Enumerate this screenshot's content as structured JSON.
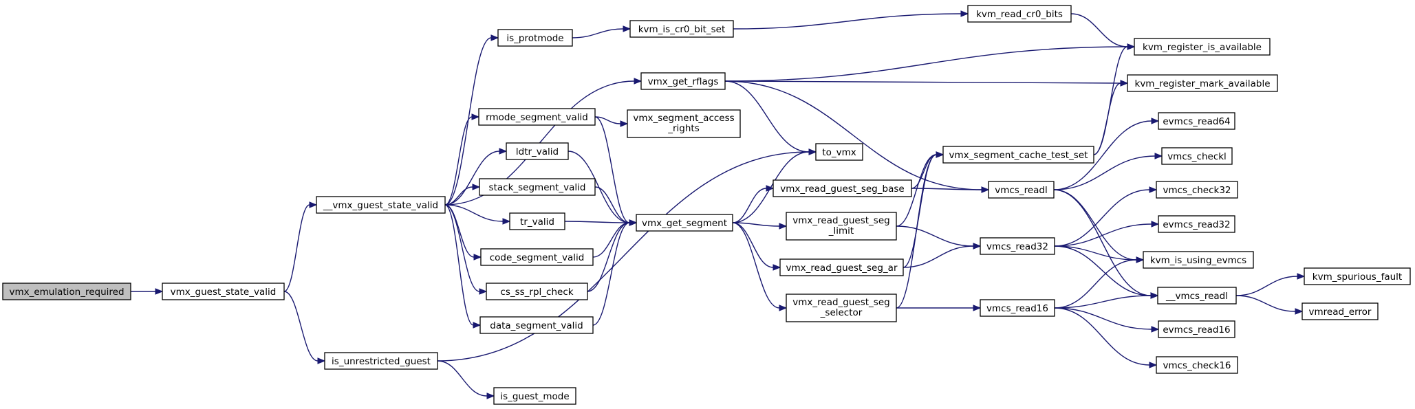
{
  "nodes": [
    {
      "id": "n_root",
      "name": "vmx-emulation-required-node",
      "lines": [
        "vmx_emulation_required"
      ],
      "root": true
    },
    {
      "id": "n_gsv",
      "name": "vmx-guest-state-valid-node",
      "lines": [
        "vmx_guest_state_valid"
      ]
    },
    {
      "id": "n_ugs",
      "name": "is-unrestricted-guest-node",
      "lines": [
        "is_unrestricted_guest"
      ]
    },
    {
      "id": "n_igm",
      "name": "is-guest-mode-node",
      "lines": [
        "is_guest_mode"
      ]
    },
    {
      "id": "n_vgsv",
      "name": "vmx-guest-state-valid-internal-node",
      "lines": [
        "__vmx_guest_state_valid"
      ]
    },
    {
      "id": "n_ipm",
      "name": "is-protmode-node",
      "lines": [
        "is_protmode"
      ]
    },
    {
      "id": "n_rsv",
      "name": "rmode-segment-valid-node",
      "lines": [
        "rmode_segment_valid"
      ]
    },
    {
      "id": "n_ldtr",
      "name": "ldtr-valid-node",
      "lines": [
        "ldtr_valid"
      ]
    },
    {
      "id": "n_ssv",
      "name": "stack-segment-valid-node",
      "lines": [
        "stack_segment_valid"
      ]
    },
    {
      "id": "n_trv",
      "name": "tr-valid-node",
      "lines": [
        "tr_valid"
      ]
    },
    {
      "id": "n_csv",
      "name": "code-segment-valid-node",
      "lines": [
        "code_segment_valid"
      ]
    },
    {
      "id": "n_cssrpl",
      "name": "cs-ss-rpl-check-node",
      "lines": [
        "cs_ss_rpl_check"
      ]
    },
    {
      "id": "n_dsv",
      "name": "data-segment-valid-node",
      "lines": [
        "data_segment_valid"
      ]
    },
    {
      "id": "n_cr0set",
      "name": "kvm-is-cr0-bit-set-node",
      "lines": [
        "kvm_is_cr0_bit_set"
      ]
    },
    {
      "id": "n_rflags",
      "name": "vmx-get-rflags-node",
      "lines": [
        "vmx_get_rflags"
      ]
    },
    {
      "id": "n_sar",
      "name": "vmx-segment-access-rights-node",
      "lines": [
        "vmx_segment_access",
        "_rights"
      ]
    },
    {
      "id": "n_gseg",
      "name": "vmx-get-segment-node",
      "lines": [
        "vmx_get_segment"
      ]
    },
    {
      "id": "n_cr0bits",
      "name": "kvm-read-cr0-bits-node",
      "lines": [
        "kvm_read_cr0_bits"
      ]
    },
    {
      "id": "n_tovmx",
      "name": "to-vmx-node",
      "lines": [
        "to_vmx"
      ]
    },
    {
      "id": "n_rgsb",
      "name": "vmx-read-guest-seg-base-node",
      "lines": [
        "vmx_read_guest_seg_base"
      ]
    },
    {
      "id": "n_rgsl",
      "name": "vmx-read-guest-seg-limit-node",
      "lines": [
        "vmx_read_guest_seg",
        "_limit"
      ]
    },
    {
      "id": "n_rgsar",
      "name": "vmx-read-guest-seg-ar-node",
      "lines": [
        "vmx_read_guest_seg_ar"
      ]
    },
    {
      "id": "n_rgss",
      "name": "vmx-read-guest-seg-selector-node",
      "lines": [
        "vmx_read_guest_seg",
        "_selector"
      ]
    },
    {
      "id": "n_scts",
      "name": "vmx-segment-cache-test-set-node",
      "lines": [
        "vmx_segment_cache_test_set"
      ]
    },
    {
      "id": "n_vreadl",
      "name": "vmcs-readl-node",
      "lines": [
        "vmcs_readl"
      ]
    },
    {
      "id": "n_vread32",
      "name": "vmcs-read32-node",
      "lines": [
        "vmcs_read32"
      ]
    },
    {
      "id": "n_vread16",
      "name": "vmcs-read16-node",
      "lines": [
        "vmcs_read16"
      ]
    },
    {
      "id": "n_rav",
      "name": "kvm-register-is-available-node",
      "lines": [
        "kvm_register_is_available"
      ]
    },
    {
      "id": "n_rma",
      "name": "kvm-register-mark-available-node",
      "lines": [
        "kvm_register_mark_available"
      ]
    },
    {
      "id": "n_er64",
      "name": "evmcs-read64-node",
      "lines": [
        "evmcs_read64"
      ]
    },
    {
      "id": "n_vchkl",
      "name": "vmcs-checkl-node",
      "lines": [
        "vmcs_checkl"
      ]
    },
    {
      "id": "n_vchk32",
      "name": "vmcs-check32-node",
      "lines": [
        "vmcs_check32"
      ]
    },
    {
      "id": "n_er32",
      "name": "evmcs-read32-node",
      "lines": [
        "evmcs_read32"
      ]
    },
    {
      "id": "n_kiue",
      "name": "kvm-is-using-evmcs-node",
      "lines": [
        "kvm_is_using_evmcs"
      ]
    },
    {
      "id": "n_vcreadl",
      "name": "vmcs-readl-internal-node",
      "lines": [
        "__vmcs_readl"
      ]
    },
    {
      "id": "n_er16",
      "name": "evmcs-read16-node",
      "lines": [
        "evmcs_read16"
      ]
    },
    {
      "id": "n_vchk16",
      "name": "vmcs-check16-node",
      "lines": [
        "vmcs_check16"
      ]
    },
    {
      "id": "n_ksf",
      "name": "kvm-spurious-fault-node",
      "lines": [
        "kvm_spurious_fault"
      ]
    },
    {
      "id": "n_vmre",
      "name": "vmread-error-node",
      "lines": [
        "vmread_error"
      ]
    }
  ],
  "edges": [
    [
      "n_root",
      "n_gsv"
    ],
    [
      "n_gsv",
      "n_vgsv"
    ],
    [
      "n_gsv",
      "n_ugs"
    ],
    [
      "n_ugs",
      "n_igm"
    ],
    [
      "n_ugs",
      "n_tovmx"
    ],
    [
      "n_vgsv",
      "n_ipm"
    ],
    [
      "n_vgsv",
      "n_rflags"
    ],
    [
      "n_vgsv",
      "n_rsv"
    ],
    [
      "n_vgsv",
      "n_ldtr"
    ],
    [
      "n_vgsv",
      "n_ssv"
    ],
    [
      "n_vgsv",
      "n_trv"
    ],
    [
      "n_vgsv",
      "n_csv"
    ],
    [
      "n_vgsv",
      "n_cssrpl"
    ],
    [
      "n_vgsv",
      "n_dsv"
    ],
    [
      "n_ipm",
      "n_cr0set"
    ],
    [
      "n_cr0set",
      "n_cr0bits"
    ],
    [
      "n_cr0bits",
      "n_rav"
    ],
    [
      "n_rflags",
      "n_rav"
    ],
    [
      "n_rflags",
      "n_rma"
    ],
    [
      "n_rflags",
      "n_tovmx"
    ],
    [
      "n_rflags",
      "n_vreadl"
    ],
    [
      "n_rsv",
      "n_sar"
    ],
    [
      "n_rsv",
      "n_gseg"
    ],
    [
      "n_ldtr",
      "n_gseg"
    ],
    [
      "n_ssv",
      "n_gseg"
    ],
    [
      "n_trv",
      "n_gseg"
    ],
    [
      "n_csv",
      "n_gseg"
    ],
    [
      "n_cssrpl",
      "n_gseg"
    ],
    [
      "n_dsv",
      "n_gseg"
    ],
    [
      "n_gseg",
      "n_tovmx"
    ],
    [
      "n_gseg",
      "n_rgsb"
    ],
    [
      "n_gseg",
      "n_rgsl"
    ],
    [
      "n_gseg",
      "n_rgsar"
    ],
    [
      "n_gseg",
      "n_rgss"
    ],
    [
      "n_rgsb",
      "n_scts"
    ],
    [
      "n_rgsb",
      "n_vreadl"
    ],
    [
      "n_rgsl",
      "n_scts"
    ],
    [
      "n_rgsl",
      "n_vread32"
    ],
    [
      "n_rgsar",
      "n_scts"
    ],
    [
      "n_rgsar",
      "n_vread32"
    ],
    [
      "n_rgss",
      "n_scts"
    ],
    [
      "n_rgss",
      "n_vread16"
    ],
    [
      "n_scts",
      "n_rav"
    ],
    [
      "n_scts",
      "n_rma"
    ],
    [
      "n_vreadl",
      "n_er64"
    ],
    [
      "n_vreadl",
      "n_vchkl"
    ],
    [
      "n_vreadl",
      "n_kiue"
    ],
    [
      "n_vreadl",
      "n_vcreadl"
    ],
    [
      "n_vread32",
      "n_vchk32"
    ],
    [
      "n_vread32",
      "n_er32"
    ],
    [
      "n_vread32",
      "n_kiue"
    ],
    [
      "n_vread32",
      "n_vcreadl"
    ],
    [
      "n_vread16",
      "n_kiue"
    ],
    [
      "n_vread16",
      "n_vcreadl"
    ],
    [
      "n_vread16",
      "n_er16"
    ],
    [
      "n_vread16",
      "n_vchk16"
    ],
    [
      "n_vcreadl",
      "n_ksf"
    ],
    [
      "n_vcreadl",
      "n_vmre"
    ]
  ]
}
